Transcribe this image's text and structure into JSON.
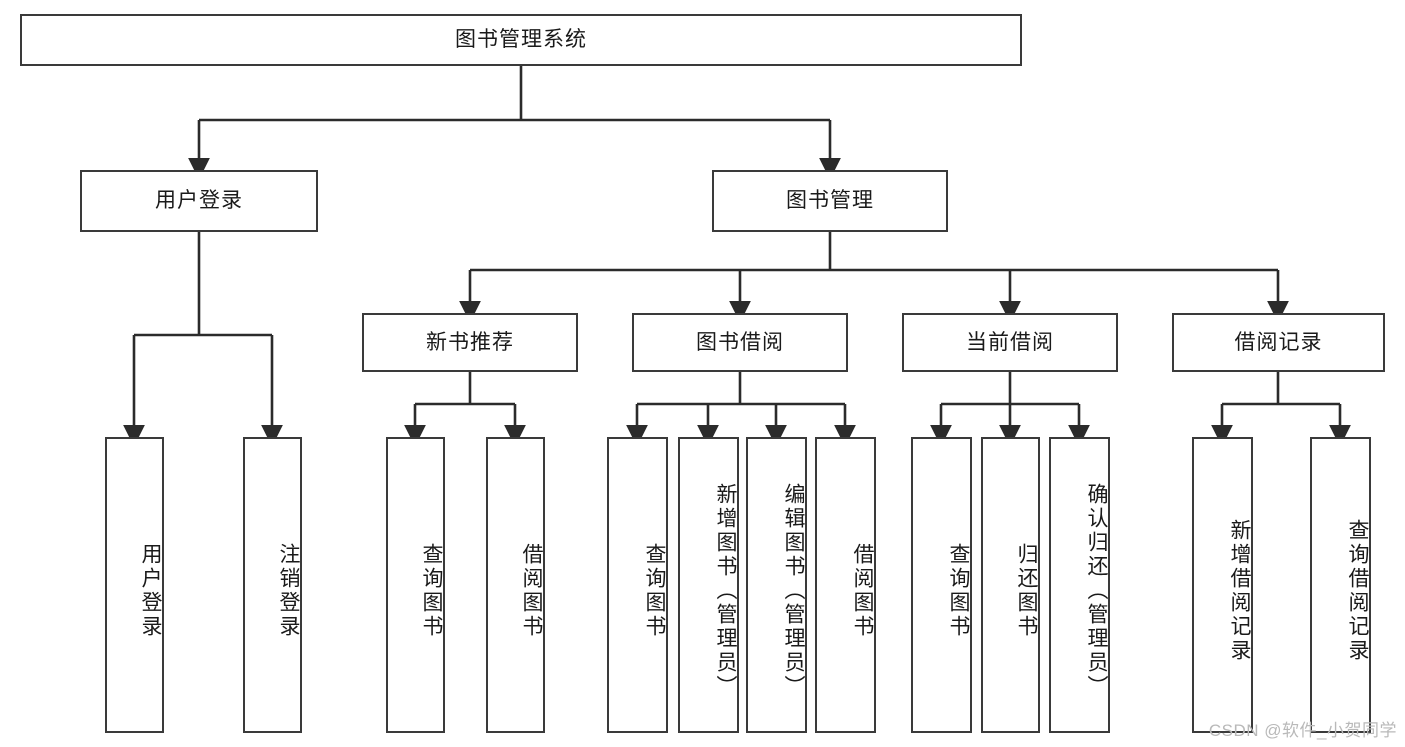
{
  "diagram": {
    "title": "图书管理系统",
    "type": "功能结构图",
    "colors": {
      "border": "#3a3a3a",
      "background": "#ffffff",
      "text": "#1a1a1a",
      "edge": "#2b2b2b",
      "watermark": "#b9b9b9"
    },
    "root": {
      "label": "图书管理系统"
    },
    "level2": [
      {
        "label": "用户登录"
      },
      {
        "label": "图书管理"
      }
    ],
    "level3": [
      {
        "label": "新书推荐"
      },
      {
        "label": "图书借阅"
      },
      {
        "label": "当前借阅"
      },
      {
        "label": "借阅记录"
      }
    ],
    "leaves": {
      "user_login": [
        {
          "label": "用户登录"
        },
        {
          "label": "注销登录"
        }
      ],
      "new_book_recommend": [
        {
          "label": "查询图书"
        },
        {
          "label": "借阅图书"
        }
      ],
      "book_borrow": [
        {
          "label": "查询图书"
        },
        {
          "label": "新增图书（管理员）"
        },
        {
          "label": "编辑图书（管理员）"
        },
        {
          "label": "借阅图书"
        }
      ],
      "current_borrow": [
        {
          "label": "查询图书"
        },
        {
          "label": "归还图书"
        },
        {
          "label": "确认归还（管理员）"
        }
      ],
      "borrow_record": [
        {
          "label": "新增借阅记录"
        },
        {
          "label": "查询借阅记录"
        }
      ]
    },
    "watermark": "CSDN @软件_小贺同学"
  }
}
